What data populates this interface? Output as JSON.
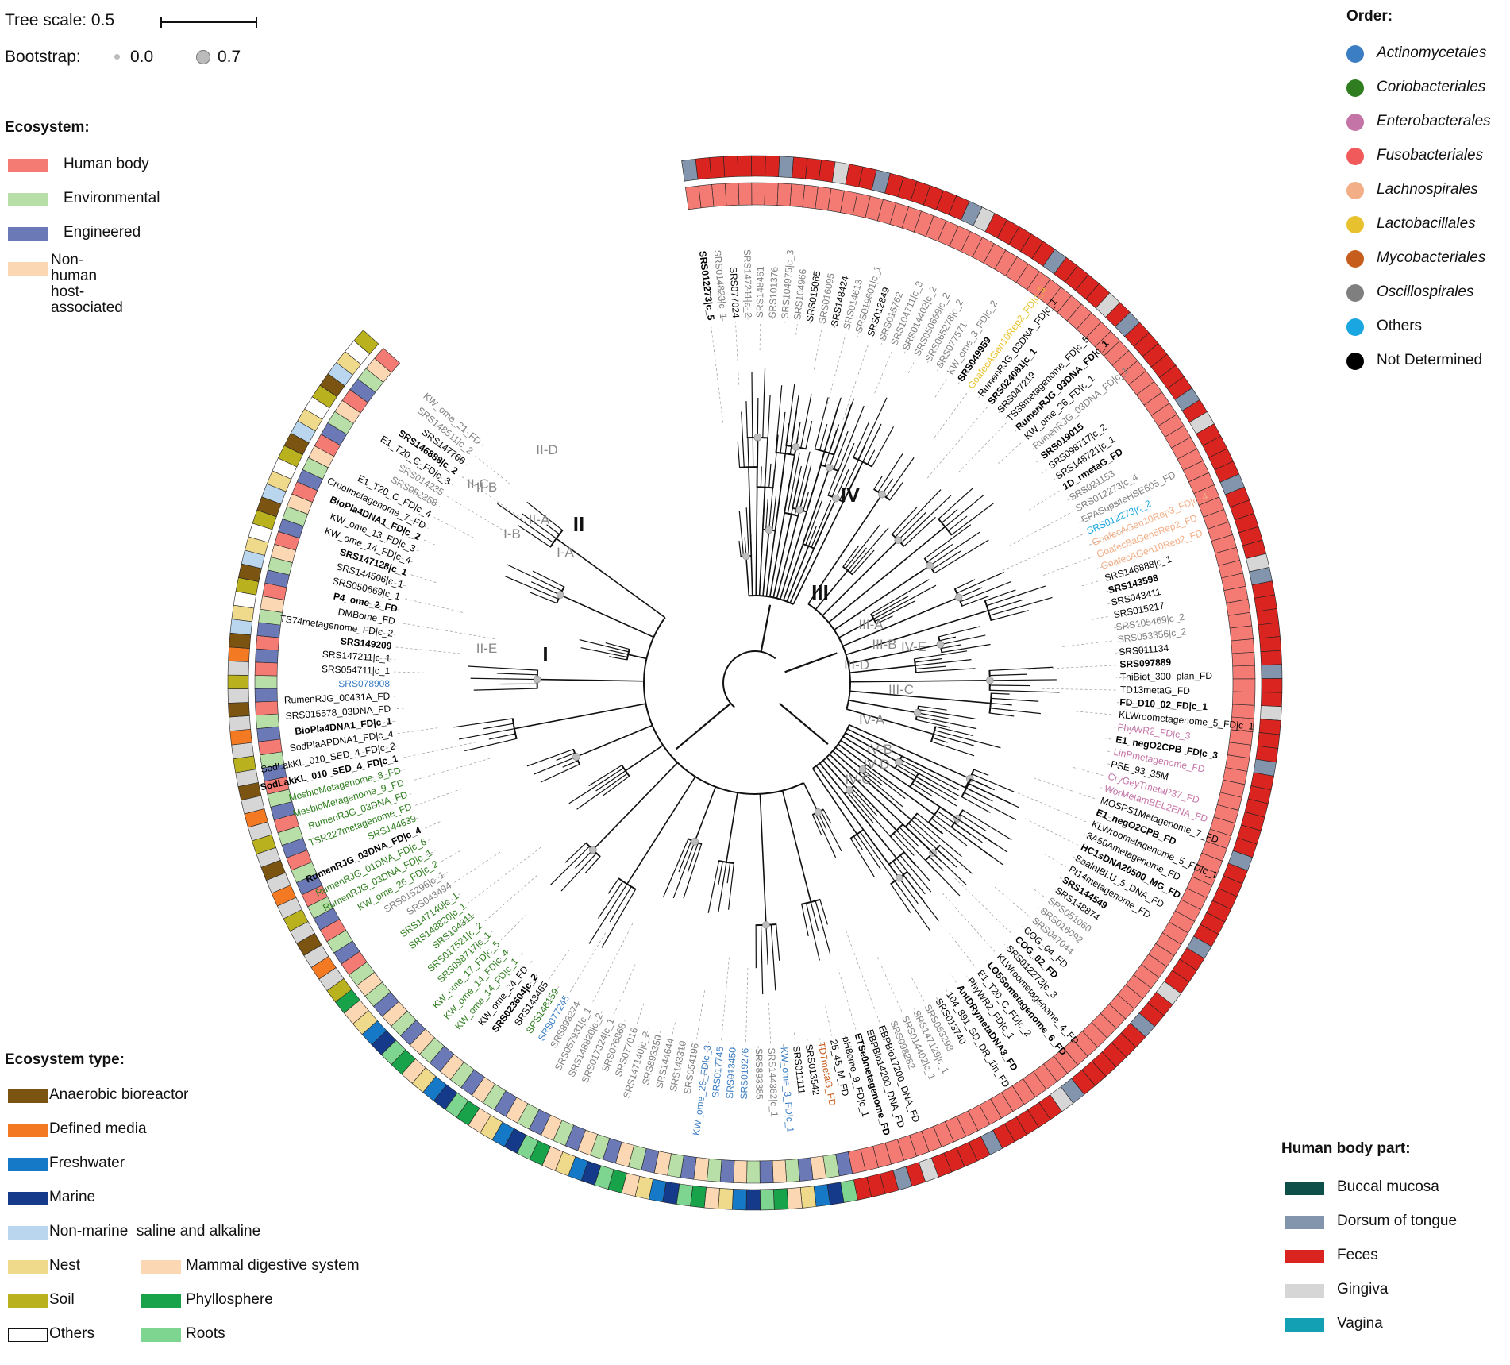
{
  "tree_scale": {
    "label": "Tree scale: 0.5"
  },
  "bootstrap": {
    "label": "Bootstrap:",
    "low": "0.0",
    "high": "0.7"
  },
  "ecosystem": {
    "title": "Ecosystem:",
    "items": [
      {
        "label": "Human body",
        "color": "#f47b74"
      },
      {
        "label": "Environmental",
        "color": "#b7dfa7"
      },
      {
        "label": "Engineered",
        "color": "#6b7ab7"
      },
      {
        "label": "Non-human\nhost-associated",
        "color": "#fbd8b3"
      }
    ]
  },
  "order": {
    "title": "Order:",
    "items": [
      {
        "label": "Actinomycetales",
        "color": "#3b7ec3"
      },
      {
        "label": "Coriobacteriales",
        "color": "#2e7d1e"
      },
      {
        "label": "Enterobacterales",
        "color": "#c474a6"
      },
      {
        "label": "Fusobacteriales",
        "color": "#f05a5a"
      },
      {
        "label": "Lachnospirales",
        "color": "#f2ae86"
      },
      {
        "label": "Lactobacillales",
        "color": "#e8c22e"
      },
      {
        "label": "Mycobacteriales",
        "color": "#c75d1c"
      },
      {
        "label": "Oscillospirales",
        "color": "#7f7f7f"
      },
      {
        "label": "Others",
        "color": "#1aa6e0"
      },
      {
        "label": "Not Determined",
        "color": "#000000"
      }
    ]
  },
  "ecosystem_type": {
    "title": "Ecosystem type:",
    "items": [
      {
        "label": "Anaerobic bioreactor",
        "color": "#7a5410"
      },
      {
        "label": "Defined media",
        "color": "#f37a22"
      },
      {
        "label": "Freshwater",
        "color": "#1679c8"
      },
      {
        "label": "Marine",
        "color": "#153a8a"
      },
      {
        "label": "Non-marine  saline and alkaline",
        "color": "#b9d6ee"
      },
      {
        "label": "Nest",
        "color": "#efd98a"
      },
      {
        "label": "Soil",
        "color": "#b9b21e"
      },
      {
        "label": "Others",
        "color": "#ffffff"
      },
      {
        "label": "Mammal digestive system",
        "color": "#fbd8b3"
      },
      {
        "label": "Phyllosphere",
        "color": "#18a24a"
      },
      {
        "label": "Roots",
        "color": "#7ed58f"
      }
    ]
  },
  "human_body_part": {
    "title": "Human body part:",
    "items": [
      {
        "label": "Buccal mucosa",
        "color": "#0f4f4a"
      },
      {
        "label": "Dorsum of tongue",
        "color": "#8395ad"
      },
      {
        "label": "Feces",
        "color": "#d9241f"
      },
      {
        "label": "Gingiva",
        "color": "#d6d6d6"
      },
      {
        "label": "Vagina",
        "color": "#14a0b4"
      }
    ]
  },
  "clades": [
    {
      "label": "I",
      "major": true
    },
    {
      "label": "II",
      "major": true
    },
    {
      "label": "III",
      "major": true
    },
    {
      "label": "IV",
      "major": true
    },
    {
      "label": "I-A"
    },
    {
      "label": "I-B"
    },
    {
      "label": "II-A"
    },
    {
      "label": "II-B"
    },
    {
      "label": "II-C"
    },
    {
      "label": "II-D"
    },
    {
      "label": "II-E"
    },
    {
      "label": "III-A"
    },
    {
      "label": "III-B"
    },
    {
      "label": "III-C"
    },
    {
      "label": "III-D"
    },
    {
      "label": "IV-A"
    },
    {
      "label": "IV-B"
    },
    {
      "label": "IV-C"
    },
    {
      "label": "IV-D"
    },
    {
      "label": "IV-E"
    }
  ],
  "leaves": [
    {
      "label": "SRS012273|c_5",
      "order": "Not Determined"
    },
    {
      "label": "SRS014823|c_1",
      "order": "Oscillospirales"
    },
    {
      "label": "SRS077024",
      "order": "Not Determined"
    },
    {
      "label": "SRS147211|c_2",
      "order": "Oscillospirales"
    },
    {
      "label": "SRS148461",
      "order": "Oscillospirales"
    },
    {
      "label": "SRS101376",
      "order": "Oscillospirales"
    },
    {
      "label": "SRS104975|c_3",
      "order": "Oscillospirales"
    },
    {
      "label": "SRS104966",
      "order": "Oscillospirales"
    },
    {
      "label": "SRS015065",
      "order": "Not Determined"
    },
    {
      "label": "SRS016095",
      "order": "Oscillospirales"
    },
    {
      "label": "SRS148424",
      "order": "Not Determined"
    },
    {
      "label": "SRS014613",
      "order": "Oscillospirales"
    },
    {
      "label": "SRS019601|c_1",
      "order": "Oscillospirales"
    },
    {
      "label": "SRS012849",
      "order": "Not Determined"
    },
    {
      "label": "SRS015762",
      "order": "Oscillospirales"
    },
    {
      "label": "SRS104711|c_3",
      "order": "Oscillospirales"
    },
    {
      "label": "SRS014402|c_2",
      "order": "Oscillospirales"
    },
    {
      "label": "SRS050669|c_2",
      "order": "Oscillospirales"
    },
    {
      "label": "SRS065278|c_2",
      "order": "Oscillospirales"
    },
    {
      "label": "SRS077571",
      "order": "Oscillospirales"
    },
    {
      "label": "KW_ome_3_FD|c_2",
      "order": "Oscillospirales"
    },
    {
      "label": "SRS049959",
      "order": "Not Determined"
    },
    {
      "label": "GoafecAGen10Rep2_FD|c_3",
      "order": "Lactobacillales"
    },
    {
      "label": "RumenRJG_03DNA_FD|c_1",
      "order": "Not Determined"
    },
    {
      "label": "SRS024081|c_1",
      "order": "Not Determined"
    },
    {
      "label": "SRS047219",
      "order": "Not Determined"
    },
    {
      "label": "TS38metagenome_FD|c_5",
      "order": "Not Determined"
    },
    {
      "label": "RumenRJG_03DNA_FD|c_1",
      "order": "Not Determined"
    },
    {
      "label": "KW_ome_26_FD|c_1",
      "order": "Not Determined"
    },
    {
      "label": "RumenRJG_03DNA_FD|c_1",
      "order": "Oscillospirales"
    },
    {
      "label": "SRS019015",
      "order": "Not Determined"
    },
    {
      "label": "SRS098717|c_2",
      "order": "Not Determined"
    },
    {
      "label": "SRS148721|c_1",
      "order": "Not Determined"
    },
    {
      "label": "1D_rmetaG_FD",
      "order": "Not Determined"
    },
    {
      "label": "SRS021153",
      "order": "Oscillospirales"
    },
    {
      "label": "SRS012273|c_4",
      "order": "Oscillospirales"
    },
    {
      "label": "EPASupsiteHSE605_FD",
      "order": "Oscillospirales"
    },
    {
      "label": "SRS012273|c_2",
      "order": "Others"
    },
    {
      "label": "GoafecAGen10Rep3_FD|c_4",
      "order": "Lachnospirales"
    },
    {
      "label": "GoafecBaGen5Rep2_FD",
      "order": "Lachnospirales"
    },
    {
      "label": "GoafecAGen10Rep2_FD",
      "order": "Lachnospirales"
    },
    {
      "label": "SRS146888|c_1",
      "order": "Not Determined"
    },
    {
      "label": "SRS143598",
      "order": "Not Determined"
    },
    {
      "label": "SRS043411",
      "order": "Not Determined"
    },
    {
      "label": "SRS015217",
      "order": "Not Determined"
    },
    {
      "label": "SRS105469|c_2",
      "order": "Oscillospirales"
    },
    {
      "label": "SRS053356|c_2",
      "order": "Oscillospirales"
    },
    {
      "label": "SRS011134",
      "order": "Not Determined"
    },
    {
      "label": "SRS097889",
      "order": "Not Determined"
    },
    {
      "label": "ThiBiot_300_plan_FD",
      "order": "Not Determined"
    },
    {
      "label": "TD13metaG_FD",
      "order": "Not Determined"
    },
    {
      "label": "FD_D10_02_FD|c_1",
      "order": "Not Determined"
    },
    {
      "label": "KLWroometagenome_5_FD|c_1",
      "order": "Not Determined"
    },
    {
      "label": "PhyWR2_FD|c_3",
      "order": "Enterobacterales"
    },
    {
      "label": "E1_negO2CPB_FD|c_3",
      "order": "Not Determined"
    },
    {
      "label": "LinPmetagenome_FD",
      "order": "Enterobacterales"
    },
    {
      "label": "PSE_93_35M",
      "order": "Not Determined"
    },
    {
      "label": "CryGeyTmetaP37_FD",
      "order": "Enterobacterales"
    },
    {
      "label": "WorMetamBEL2ENA_FD",
      "order": "Enterobacterales"
    },
    {
      "label": "MOSPS1Metagenome_7_FD",
      "order": "Not Determined"
    },
    {
      "label": "E1_negO2CPB_FD",
      "order": "Not Determined"
    },
    {
      "label": "KLWroometagenome_5_FD|c_1",
      "order": "Not Determined"
    },
    {
      "label": "3A50Ametagenome_FD",
      "order": "Not Determined"
    },
    {
      "label": "HC1sDNA20500_MG_FD",
      "order": "Not Determined"
    },
    {
      "label": "SaalnIBLU_5_DNA_FD",
      "order": "Not Determined"
    },
    {
      "label": "Pt14metagenome_FD",
      "order": "Not Determined"
    },
    {
      "label": "SRS144549",
      "order": "Not Determined"
    },
    {
      "label": "SRS148874",
      "order": "Not Determined"
    },
    {
      "label": "SRS051060",
      "order": "Oscillospirales"
    },
    {
      "label": "SRS016092",
      "order": "Oscillospirales"
    },
    {
      "label": "SRS047044",
      "order": "Oscillospirales"
    },
    {
      "label": "COG_04_FD",
      "order": "Not Determined"
    },
    {
      "label": "COG_02_FD",
      "order": "Not Determined"
    },
    {
      "label": "SRS012273|c_3",
      "order": "Not Determined"
    },
    {
      "label": "KLWroometagenome_4_FD",
      "order": "Not Determined"
    },
    {
      "label": "LO5Sometagenome_6_FD",
      "order": "Not Determined"
    },
    {
      "label": "E1_T20_C_FD|c_2",
      "order": "Not Determined"
    },
    {
      "label": "PhyWR2_FD|c_1",
      "order": "Not Determined"
    },
    {
      "label": "AntDRymetaDNA3_FD",
      "order": "Not Determined"
    },
    {
      "label": "104_891_SD_DR_1in_FD",
      "order": "Not Determined"
    },
    {
      "label": "SRS013740",
      "order": "Not Determined"
    },
    {
      "label": "SRS053298",
      "order": "Oscillospirales"
    },
    {
      "label": "SRS147129|c_1",
      "order": "Oscillospirales"
    },
    {
      "label": "SRS014402|c_1",
      "order": "Oscillospirales"
    },
    {
      "label": "SRS098282",
      "order": "Oscillospirales"
    },
    {
      "label": "EBPBio17200_DNA_FD",
      "order": "Not Determined"
    },
    {
      "label": "EBPBio14200_DNA_FD",
      "order": "Not Determined"
    },
    {
      "label": "ETSe0metagenome_FD",
      "order": "Not Determined"
    },
    {
      "label": "pH8ome_9_FD|c_1",
      "order": "Not Determined"
    },
    {
      "label": "25_45_M_FD",
      "order": "Not Determined"
    },
    {
      "label": "TD7metaG_FD",
      "order": "Mycobacteriales"
    },
    {
      "label": "SRS013542",
      "order": "Not Determined"
    },
    {
      "label": "SRS011111",
      "order": "Not Determined"
    },
    {
      "label": "KW_ome_3_FD|c_1",
      "order": "Actinomycetales"
    },
    {
      "label": "SRS144362|c_1",
      "order": "Oscillospirales"
    },
    {
      "label": "SRS893385",
      "order": "Oscillospirales"
    },
    {
      "label": "SRS019276",
      "order": "Actinomycetales"
    },
    {
      "label": "SRS013450",
      "order": "Actinomycetales"
    },
    {
      "label": "SRS017745",
      "order": "Actinomycetales"
    },
    {
      "label": "KW_ome_26_FD|c_3",
      "order": "Actinomycetales"
    },
    {
      "label": "SRS054196",
      "order": "Oscillospirales"
    },
    {
      "label": "SRS143310",
      "order": "Oscillospirales"
    },
    {
      "label": "SRS144644",
      "order": "Oscillospirales"
    },
    {
      "label": "SRS893350",
      "order": "Oscillospirales"
    },
    {
      "label": "SRS147140|c_2",
      "order": "Oscillospirales"
    },
    {
      "label": "SRS077016",
      "order": "Oscillospirales"
    },
    {
      "label": "SRS076868",
      "order": "Oscillospirales"
    },
    {
      "label": "SRS017324|c_1",
      "order": "Oscillospirales"
    },
    {
      "label": "SRS148820|c_2",
      "order": "Oscillospirales"
    },
    {
      "label": "SRS057931|c_1",
      "order": "Oscillospirales"
    },
    {
      "label": "SRS893274",
      "order": "Oscillospirales"
    },
    {
      "label": "SRS077245",
      "order": "Actinomycetales"
    },
    {
      "label": "SRS148159",
      "order": "Coriobacteriales"
    },
    {
      "label": "SRS143465",
      "order": "Not Determined"
    },
    {
      "label": "SRS023604|c_2",
      "order": "Not Determined"
    },
    {
      "label": "KW_ome_24_FD",
      "order": "Not Determined"
    },
    {
      "label": "KW_ome_14_FD|c_1",
      "order": "Coriobacteriales"
    },
    {
      "label": "KW_ome_14_FD|c_4",
      "order": "Coriobacteriales"
    },
    {
      "label": "KW_ome_17_FD|c_5",
      "order": "Coriobacteriales"
    },
    {
      "label": "SRS098717|c_1",
      "order": "Coriobacteriales"
    },
    {
      "label": "SRS017521|c_2",
      "order": "Coriobacteriales"
    },
    {
      "label": "SRS104311",
      "order": "Coriobacteriales"
    },
    {
      "label": "SRS148820|c_1",
      "order": "Coriobacteriales"
    },
    {
      "label": "SRS147140|c_1",
      "order": "Coriobacteriales"
    },
    {
      "label": "SRS043494",
      "order": "Oscillospirales"
    },
    {
      "label": "SRS015296|c_1",
      "order": "Oscillospirales"
    },
    {
      "label": "KW_ome_26_FD|c_2",
      "order": "Coriobacteriales"
    },
    {
      "label": "RumenRJG_03DNA_FD|c_1",
      "order": "Coriobacteriales"
    },
    {
      "label": "RumenRJG_01DNA_FD|c_6",
      "order": "Coriobacteriales"
    },
    {
      "label": "RumenRJG_03DNA_FD|c_4",
      "order": "Not Determined"
    },
    {
      "label": "SRS144639",
      "order": "Coriobacteriales"
    },
    {
      "label": "TSR227metagenome_FD",
      "order": "Coriobacteriales"
    },
    {
      "label": "RumenRJG_03DNA_FD",
      "order": "Coriobacteriales"
    },
    {
      "label": "MesbioMetagenome_9_FD",
      "order": "Coriobacteriales"
    },
    {
      "label": "MesbioMetagenome_8_FD",
      "order": "Coriobacteriales"
    },
    {
      "label": "SodLakKL_010_SED_4_FD|c_1",
      "order": "Not Determined"
    },
    {
      "label": "SodLakKL_010_SED_4_FD|c_2",
      "order": "Not Determined"
    },
    {
      "label": "SodPlaAPDNA1_FD|c_4",
      "order": "Not Determined"
    },
    {
      "label": "BioPla4DNA1_FD|c_1",
      "order": "Not Determined"
    },
    {
      "label": "SRS015578_03DNA_FD",
      "order": "Not Determined"
    },
    {
      "label": "RumenRJG_00431A_FD",
      "order": "Not Determined"
    },
    {
      "label": "SRS078908",
      "order": "Actinomycetales"
    },
    {
      "label": "SRS054711|c_1",
      "order": "Not Determined"
    },
    {
      "label": "SRS147211|c_1",
      "order": "Not Determined"
    },
    {
      "label": "SRS149209",
      "order": "Not Determined"
    },
    {
      "label": "TS74metagenome_FD|c_2",
      "order": "Not Determined"
    },
    {
      "label": "DMBome_FD",
      "order": "Not Determined"
    },
    {
      "label": "P4_ome_2_FD",
      "order": "Not Determined"
    },
    {
      "label": "SRS050669|c_1",
      "order": "Not Determined"
    },
    {
      "label": "SRS144506|c_1",
      "order": "Not Determined"
    },
    {
      "label": "SRS147128|c_1",
      "order": "Not Determined"
    },
    {
      "label": "KW_ome_14_FD|c_4",
      "order": "Not Determined"
    },
    {
      "label": "KW_ome_13_FD|c_3",
      "order": "Not Determined"
    },
    {
      "label": "BioPla4DNA1_FD|c_2",
      "order": "Not Determined"
    },
    {
      "label": "CruoImetagenome_7_FD",
      "order": "Not Determined"
    },
    {
      "label": "E1_T20_C_FD|c_4",
      "order": "Not Determined"
    },
    {
      "label": "SRS052358",
      "order": "Oscillospirales"
    },
    {
      "label": "SRS014235",
      "order": "Oscillospirales"
    },
    {
      "label": "E1_T20_C_FD|c_3",
      "order": "Not Determined"
    },
    {
      "label": "SRS146888|c_2",
      "order": "Not Determined"
    },
    {
      "label": "SRS147766",
      "order": "Not Determined"
    },
    {
      "label": "SRS148511|c_2",
      "order": "Oscillospirales"
    },
    {
      "label": "KW_ome_21_FD",
      "order": "Oscillospirales"
    }
  ]
}
